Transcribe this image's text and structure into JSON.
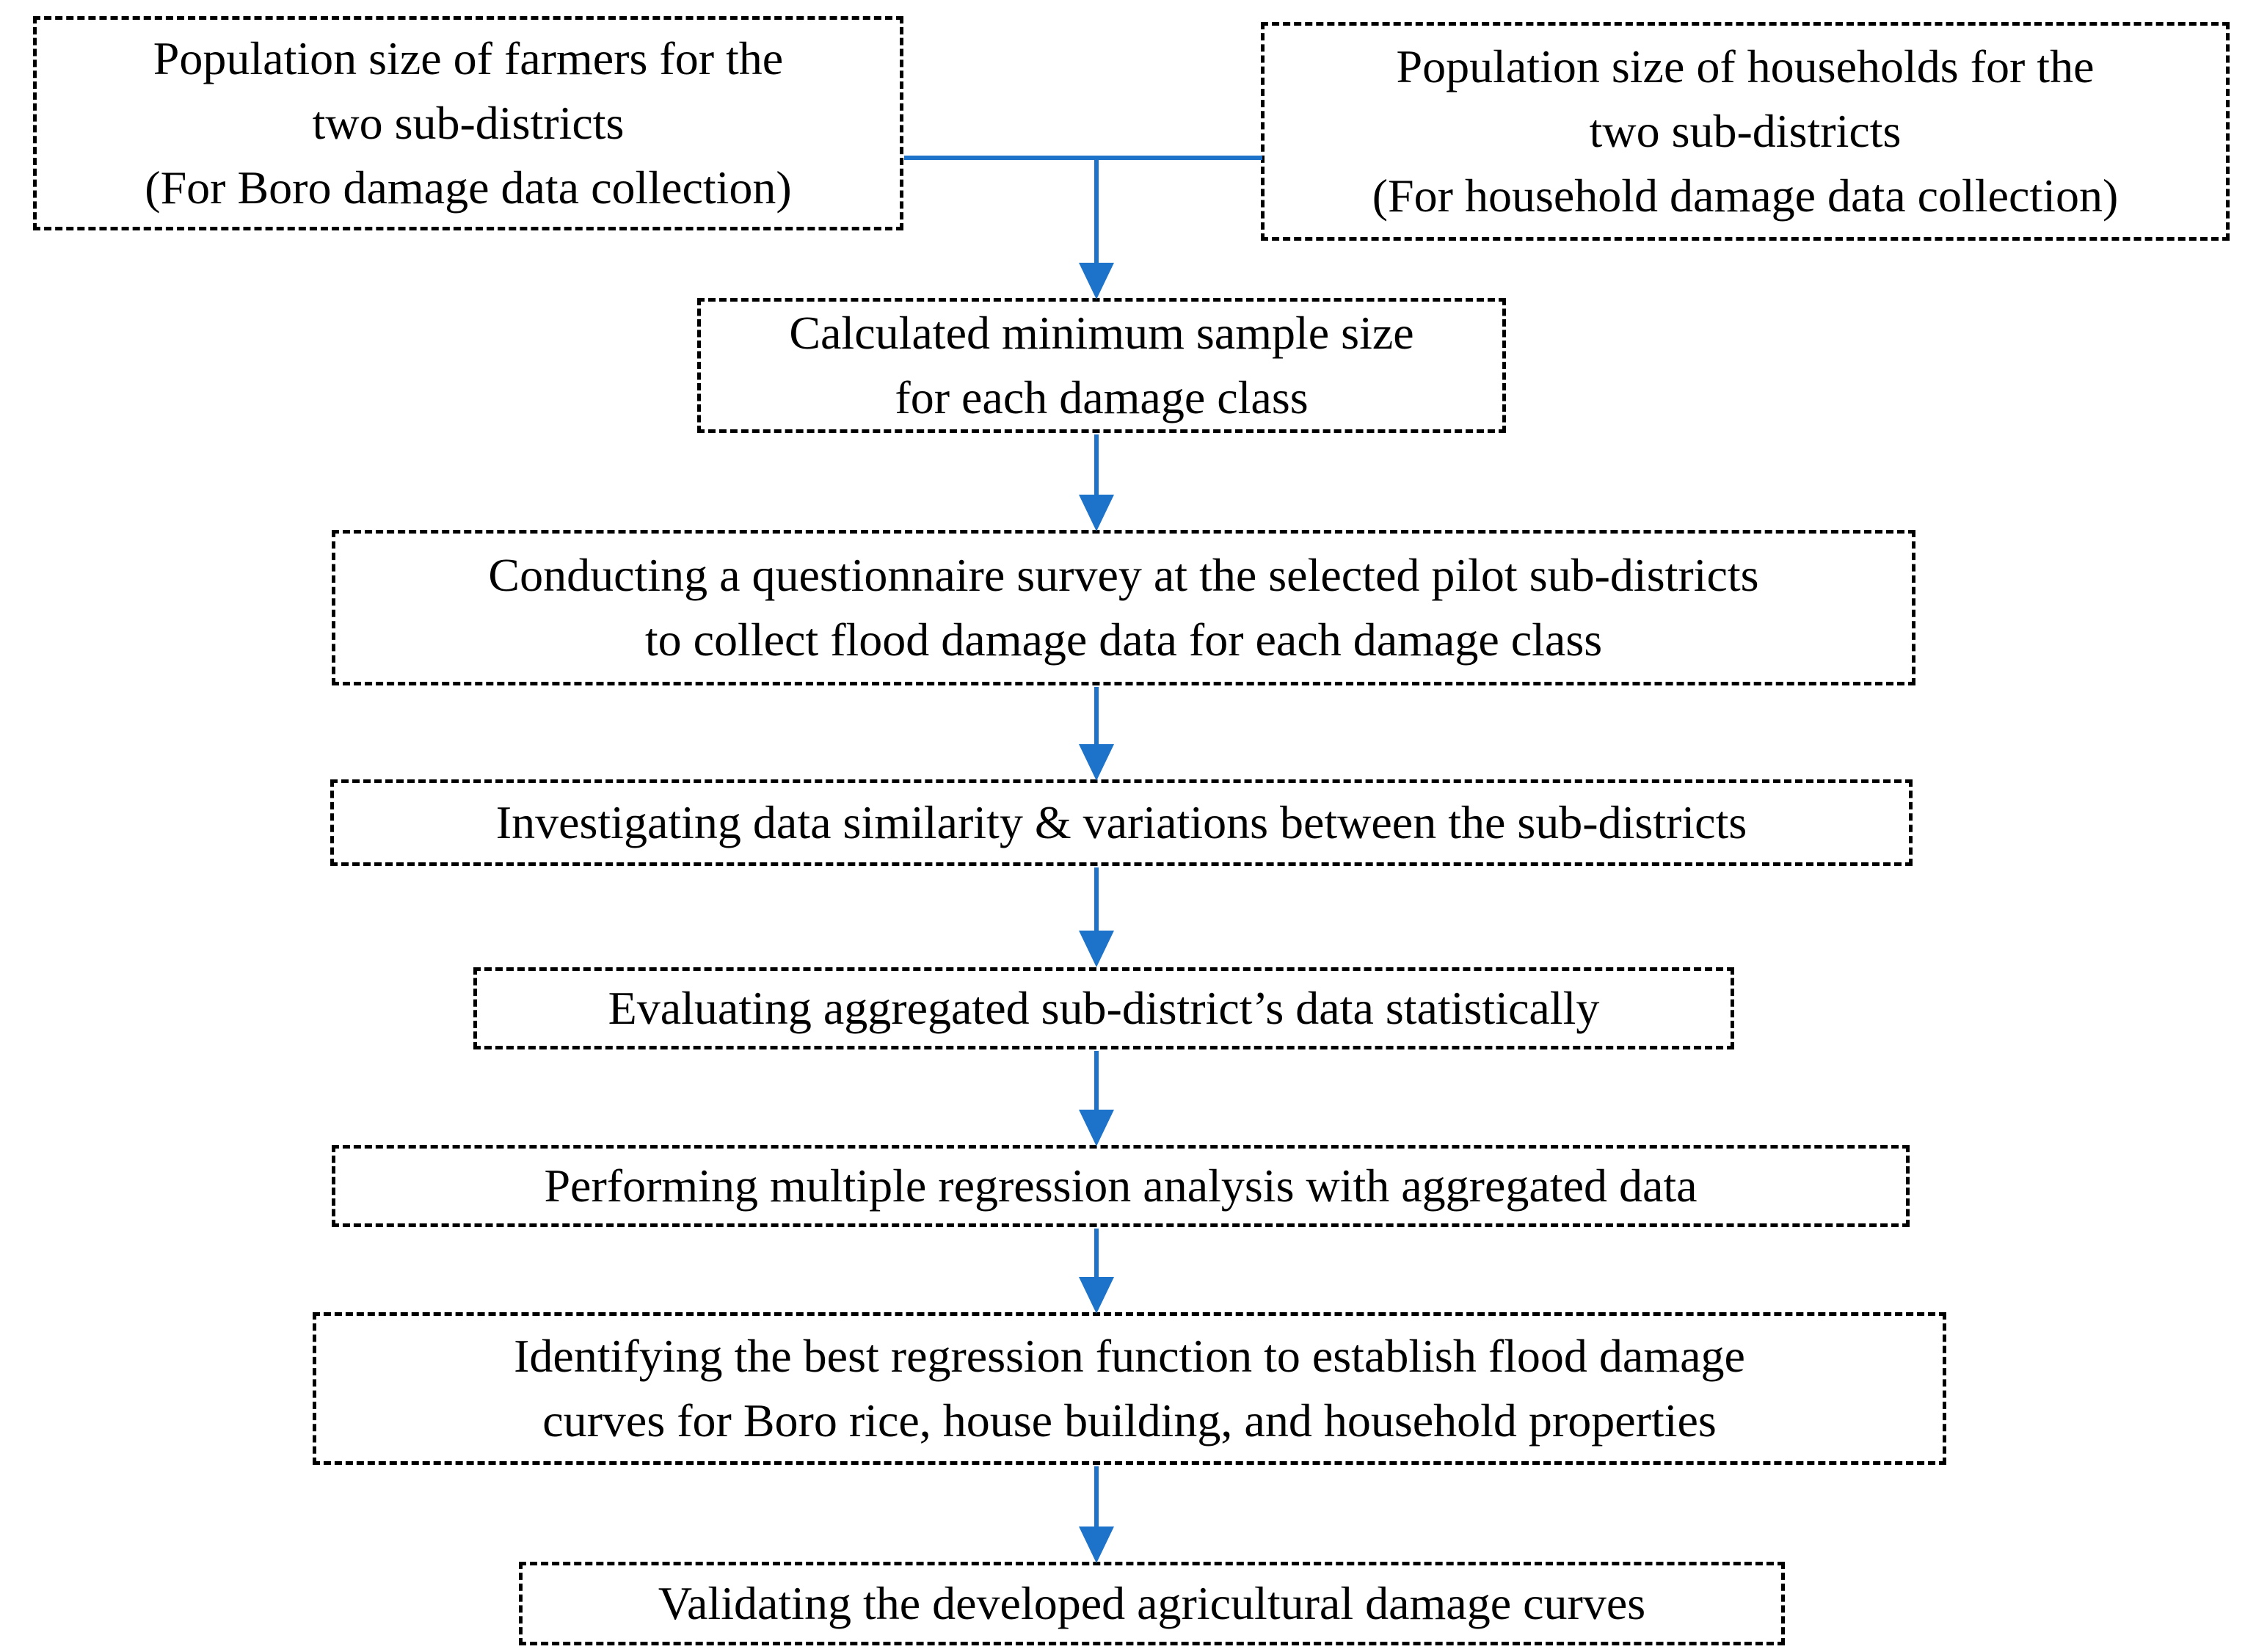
{
  "palette": {
    "connector_blue": "#1D73C9",
    "box_border": "#000000",
    "text": "#000000",
    "background": "#FFFFFF"
  },
  "nodes": [
    {
      "id": "farmers-population",
      "lines": [
        "Population size of farmers for the",
        "two sub-districts",
        "(For Boro damage data collection)"
      ]
    },
    {
      "id": "households-population",
      "lines": [
        "Population size of households for the",
        "two sub-districts",
        "(For household damage data collection)"
      ]
    },
    {
      "id": "calculated-sample-size",
      "lines": [
        "Calculated minimum sample size",
        "for each damage class"
      ]
    },
    {
      "id": "questionnaire-survey",
      "lines": [
        "Conducting a questionnaire survey at the selected pilot sub-districts",
        "to collect flood damage data for each damage class"
      ]
    },
    {
      "id": "data-similarity",
      "lines": [
        "Investigating data similarity & variations between the sub-districts"
      ]
    },
    {
      "id": "statistical-evaluation",
      "lines": [
        "Evaluating aggregated sub-district’s data statistically"
      ]
    },
    {
      "id": "multiple-regression",
      "lines": [
        "Performing multiple regression analysis with aggregated data"
      ]
    },
    {
      "id": "best-regression-function",
      "lines": [
        "Identifying the best regression function to establish flood damage",
        "curves for Boro rice, house building, and household properties"
      ]
    },
    {
      "id": "validation",
      "lines": [
        "Validating the developed agricultural damage curves"
      ]
    }
  ],
  "edges": [
    {
      "from": "farmers-population",
      "to": "calculated-sample-size"
    },
    {
      "from": "households-population",
      "to": "calculated-sample-size"
    },
    {
      "from": "calculated-sample-size",
      "to": "questionnaire-survey"
    },
    {
      "from": "questionnaire-survey",
      "to": "data-similarity"
    },
    {
      "from": "data-similarity",
      "to": "statistical-evaluation"
    },
    {
      "from": "statistical-evaluation",
      "to": "multiple-regression"
    },
    {
      "from": "multiple-regression",
      "to": "best-regression-function"
    },
    {
      "from": "best-regression-function",
      "to": "validation"
    }
  ]
}
